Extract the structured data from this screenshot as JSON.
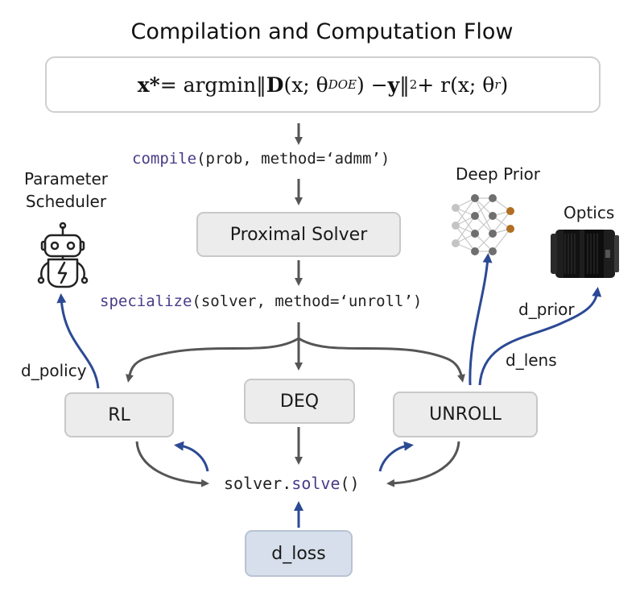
{
  "title": "Compilation and Computation Flow",
  "formula": {
    "x_star": "x*",
    "equals_argmin": " = argmin‖",
    "D": "D",
    "args_open": "(x; θ",
    "doe_sub": "DOE",
    "args_close": ") − ",
    "y": "y",
    "norm_close": "‖",
    "sq": "2",
    "reg": " + r(x; θ",
    "r_sub": "r",
    "reg_close": ")"
  },
  "compile_call": {
    "fn": "compile",
    "args": "(prob, method=‘admm’)"
  },
  "proximal_solver": "Proximal Solver",
  "specialize_call": {
    "fn": "specialize",
    "args": "(solver, method=‘unroll’)"
  },
  "nodes": {
    "rl": "RL",
    "deq": "DEQ",
    "unroll": "UNROLL",
    "d_loss": "d_loss"
  },
  "solve_call": {
    "obj": "solver.",
    "fn": "solve",
    "args": "()"
  },
  "labels": {
    "param_scheduler_line1": "Parameter",
    "param_scheduler_line2": "Scheduler",
    "deep_prior": "Deep Prior",
    "optics": "Optics",
    "d_policy": "d_policy",
    "d_prior": "d_prior",
    "d_lens": "d_lens"
  },
  "icons": [
    "robot-icon",
    "neural-network-icon",
    "camera-lens-icon"
  ],
  "colors": {
    "grey_arrow": "#555555",
    "blue_arrow": "#2c4a94",
    "node_fill": "#ececec",
    "loss_fill": "#d6dfeb",
    "keyword": "#4a3b88"
  }
}
